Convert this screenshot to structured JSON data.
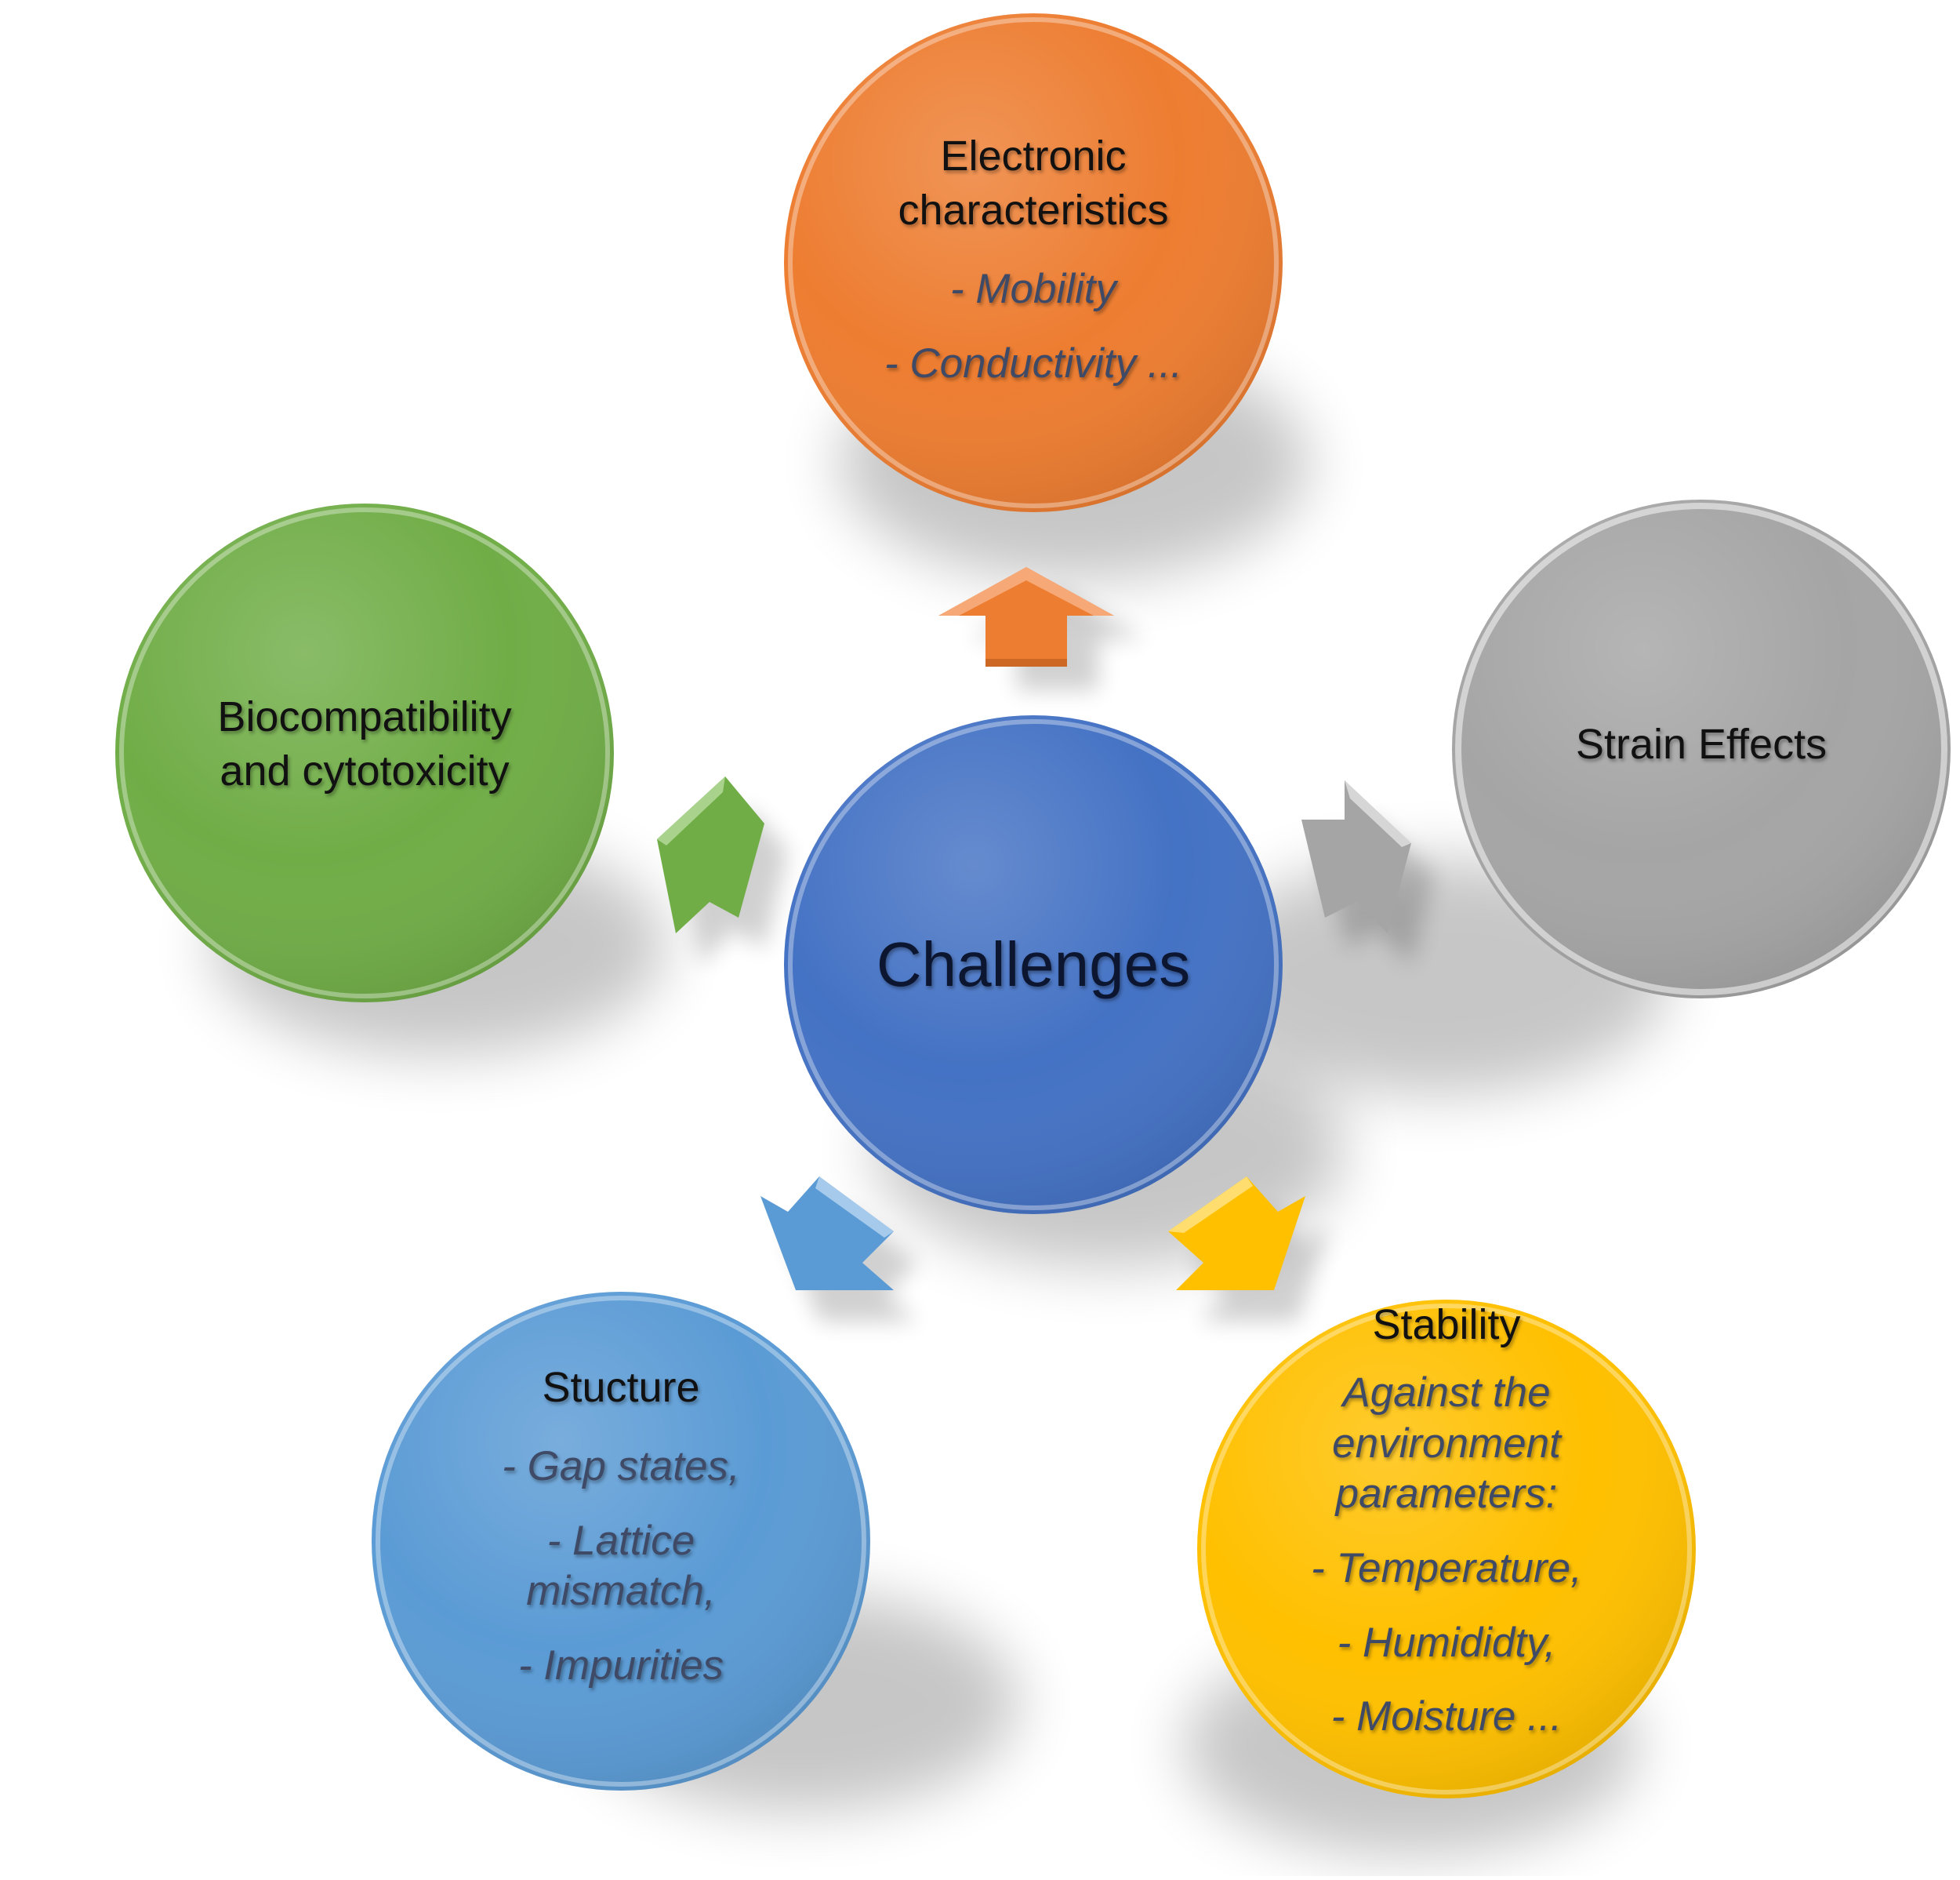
{
  "center": {
    "label": "Challenges",
    "color": "#4472c4"
  },
  "nodes": [
    {
      "id": "electronic",
      "title_lines": [
        "Electronic",
        "characteristics"
      ],
      "items": [
        "- Mobility",
        "- Conductivity ..."
      ],
      "color": "#ed7d31"
    },
    {
      "id": "strain",
      "title_lines": [
        "Strain Effects"
      ],
      "items": [],
      "color": "#a5a5a5"
    },
    {
      "id": "stability",
      "title_lines": [
        "Stability"
      ],
      "subtitle_lines": [
        "Against the",
        "environment",
        "parameters:"
      ],
      "items": [
        "- Temperature,",
        "- Humididty,",
        "- Moisture ..."
      ],
      "color": "#ffc000"
    },
    {
      "id": "structure",
      "title_lines": [
        "Stucture"
      ],
      "items": [
        "- Gap states,",
        "- Lattice mismatch,",
        "- Impurities"
      ],
      "color": "#5b9bd5"
    },
    {
      "id": "biocompatibility",
      "title_lines": [
        "Biocompatibility",
        "and cytotoxicity"
      ],
      "items": [],
      "color": "#70ad47"
    }
  ]
}
